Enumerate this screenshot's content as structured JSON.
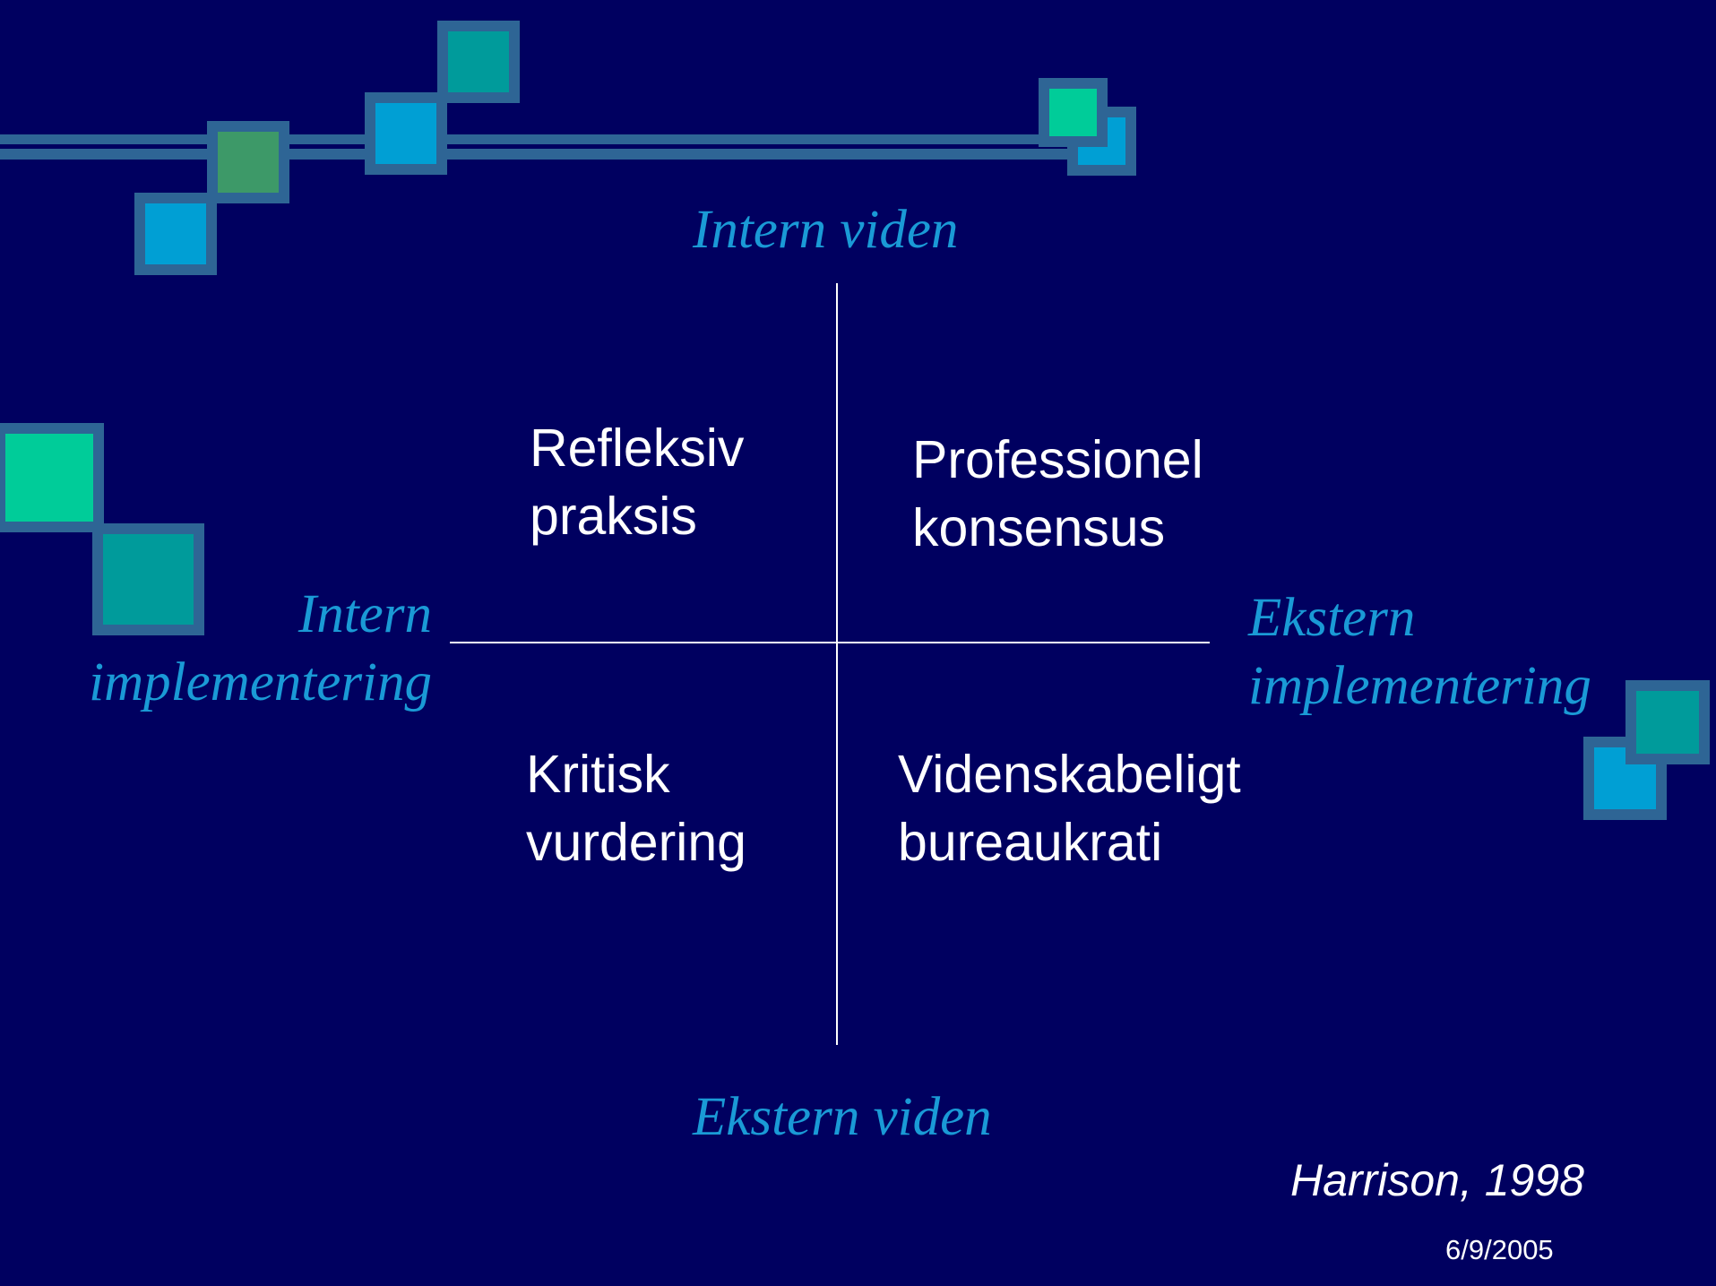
{
  "colors": {
    "background": "#000060",
    "axis_label": "#1a9ad6",
    "text": "#ffffff",
    "square_border": "#2e6595",
    "square_fills": [
      "#00cc99",
      "#009b9b",
      "#009fd4",
      "#3d9968"
    ]
  },
  "diagram": {
    "axis_top": "Intern viden",
    "axis_bottom": "Ekstern viden",
    "axis_left": {
      "line1": "Intern",
      "line2": "implementering"
    },
    "axis_right": {
      "line1": "Ekstern",
      "line2": "implementering"
    },
    "quadrants": {
      "top_left": {
        "line1": "Refleksiv",
        "line2": "praksis"
      },
      "top_right": {
        "line1": "Professionel",
        "line2": "konsensus"
      },
      "bottom_left": {
        "line1": "Kritisk",
        "line2": "vurdering"
      },
      "bottom_right": {
        "line1": "Videnskabeligt",
        "line2": "bureaukrati"
      }
    }
  },
  "footer": {
    "citation": "Harrison, 1998",
    "date": "6/9/2005"
  }
}
